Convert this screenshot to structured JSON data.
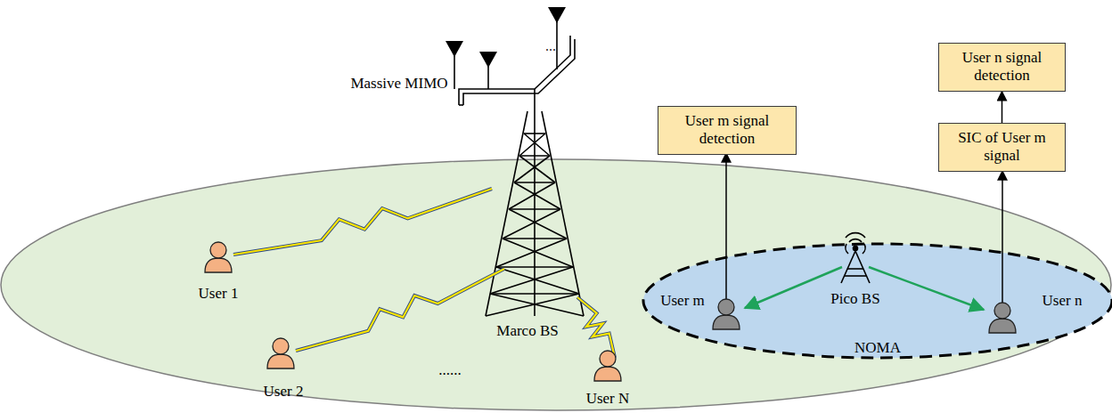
{
  "diagram": {
    "nodes": [
      {
        "text": [
          "User n signal detection"
        ]
      },
      {
        "text": [
          "User m signal detection"
        ]
      },
      {
        "text": [
          "SIC of User m signal"
        ]
      }
    ],
    "edges": [
      {
        "from": 2,
        "to": 0,
        "arrow": "to"
      }
    ],
    "labels": [
      "Massive MIMO",
      "User 1",
      "Marco BS",
      "User m",
      "Pico BS",
      "User n",
      "NOMA",
      "User 2",
      "......",
      "User N"
    ]
  }
}
